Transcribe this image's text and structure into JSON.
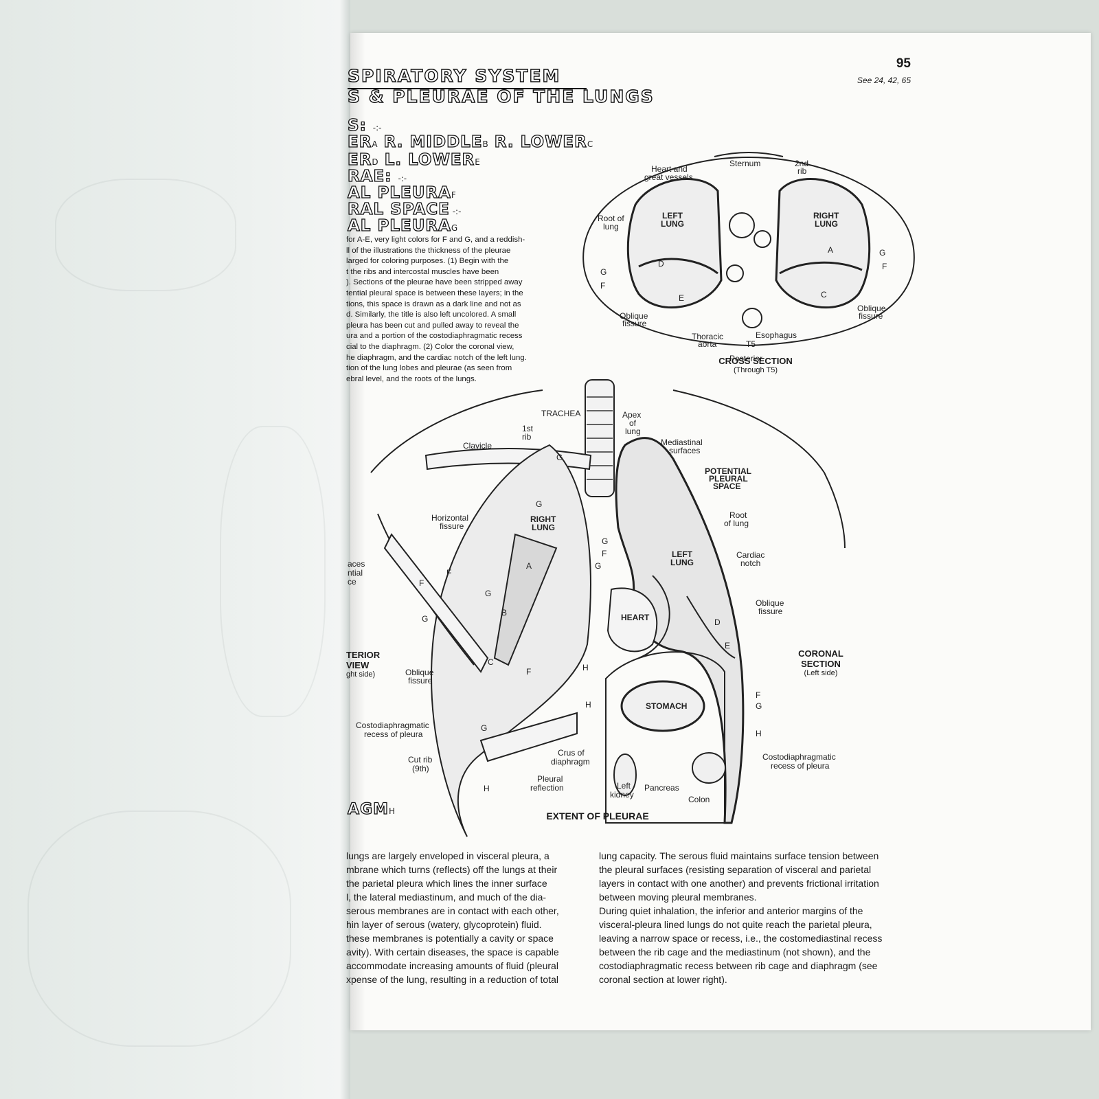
{
  "page": {
    "number": "95",
    "see_also": "See 24, 42, 65",
    "title_line1": "SPIRATORY SYSTEM",
    "title_line2": "S & PLEURAE OF THE LUNGS"
  },
  "key": {
    "lobes_header": "S:",
    "lobes_row1_a": "ER",
    "lobes_row1_a_sub": "A",
    "lobes_row1_b": "R. MIDDLE",
    "lobes_row1_b_sub": "B",
    "lobes_row1_c": "R. LOWER",
    "lobes_row1_c_sub": "C",
    "lobes_row2_a": "ER",
    "lobes_row2_a_sub": "D",
    "lobes_row2_b": "L. LOWER",
    "lobes_row2_b_sub": "E",
    "pleurae_header": "RAE:",
    "pleura1": "AL PLEURA",
    "pleura1_sub": "F",
    "space": "RAL SPACE",
    "pleura2": "AL PLEURA",
    "pleura2_sub": "G",
    "diaphragm": "AGM",
    "diaphragm_sub": "H"
  },
  "intro_lines": [
    "for A-E, very light colors for F and G, and a reddish-",
    "ll of the illustrations the thickness of the pleurae",
    "larged for coloring purposes. (1) Begin with the",
    "t the ribs and intercostal muscles have been",
    "). Sections of the pleurae have been stripped away",
    "tential pleural space is between these layers; in the",
    "tions, this space is drawn as a dark line and not as",
    "d. Similarly, the title is also left uncolored. A small",
    "pleura has been cut and pulled away to reveal the",
    "ura and a portion of the costodiaphragmatic recess",
    "cial to the diaphragm. (2) Color the coronal view,",
    "he diaphragm, and the cardiac notch of the left lung.",
    "tion of the lung lobes and pleurae (as seen from",
    "ebral level, and the roots of the lungs."
  ],
  "cross_section": {
    "caption": "CROSS SECTION",
    "caption_sub": "(Through T5)",
    "labels": {
      "heart1": "Heart and",
      "heart2": "great vessels",
      "sternum": "Sternum",
      "rib2a": "2nd",
      "rib2b": "rib",
      "root1": "Root of",
      "root2": "lung",
      "leftlung1": "LEFT",
      "leftlung2": "LUNG",
      "rightlung1": "RIGHT",
      "rightlung2": "LUNG",
      "oblique_l1": "Oblique",
      "oblique_l2": "fissure",
      "oblique_r1": "Oblique",
      "oblique_r2": "fissure",
      "aorta1": "Thoracic",
      "aorta2": "aorta",
      "esophagus": "Esophagus",
      "t5": "T5",
      "posterior": "Posterior",
      "a": "A",
      "c": "C",
      "d": "D",
      "e": "E",
      "g_l": "G",
      "f_l": "F",
      "g_r": "G",
      "f_r": "F"
    }
  },
  "anterior_view": {
    "caption1": "TERIOR",
    "caption2": "VIEW",
    "caption3": "ght side)",
    "labels": {
      "trachea": "TRACHEA",
      "rib1a": "1st",
      "rib1b": "rib",
      "clavicle": "Clavicle",
      "horiz1": "Horizontal",
      "horiz2": "fissure",
      "rightlung1": "RIGHT",
      "rightlung2": "LUNG",
      "spaces1": "aces",
      "spaces2": "ntial",
      "spaces3": "ce",
      "oblique1": "Oblique",
      "oblique2": "fissure",
      "costo1": "Costodiaphragmatic",
      "costo2": "recess of pleura",
      "cutrib1": "Cut rib",
      "cutrib2": "(9th)",
      "pleural1": "Pleural",
      "pleural2": "reflection",
      "a": "A",
      "b": "B",
      "c": "C",
      "f1": "F",
      "f2": "F",
      "f3": "F",
      "g1": "G",
      "g2": "G",
      "g3": "G",
      "g4": "G",
      "g5": "G",
      "h": "H",
      "h2": "H"
    }
  },
  "coronal": {
    "caption1": "CORONAL",
    "caption2": "SECTION",
    "caption3": "(Left side)",
    "labels": {
      "apex1": "Apex",
      "apex2": "of",
      "apex3": "lung",
      "medi1": "Mediastinal",
      "medi2": "surfaces",
      "pot1": "POTENTIAL",
      "pot2": "PLEURAL",
      "pot3": "SPACE",
      "root1": "Root",
      "root2": "of lung",
      "leftlung1": "LEFT",
      "leftlung2": "LUNG",
      "cardiac1": "Cardiac",
      "cardiac2": "notch",
      "oblique1": "Oblique",
      "oblique2": "fissure",
      "heart": "HEART",
      "stomach": "STOMACH",
      "crus1": "Crus of",
      "crus2": "diaphragm",
      "kidney1": "Left",
      "kidney2": "kidney",
      "pancreas": "Pancreas",
      "colon": "Colon",
      "costo1": "Costodiaphragmatic",
      "costo2": "recess of pleura",
      "d": "D",
      "e": "E",
      "f": "F",
      "g": "G",
      "h": "H",
      "g_in": "G",
      "f_in": "F",
      "g_in2": "G",
      "h_in": "H"
    }
  },
  "extent_caption": "EXTENT OF PLEURAE",
  "body_col1": [
    "lungs are largely enveloped in visceral pleura, a",
    "mbrane which turns (reflects) off the lungs at their",
    "the parietal pleura which lines the inner surface",
    "l, the lateral mediastinum, and much of the dia-",
    "serous membranes are in contact with each other,",
    "hin layer of serous (watery, glycoprotein) fluid.",
    "these membranes is potentially a cavity or space",
    "avity). With certain diseases, the space is capable",
    "accommodate increasing amounts of fluid (pleural",
    "xpense of the lung, resulting in a reduction of total"
  ],
  "body_col2": [
    "lung capacity. The serous fluid maintains surface tension between",
    "the pleural surfaces (resisting separation of visceral and parietal",
    "layers in contact with one another) and prevents frictional irritation",
    "between moving pleural membranes.",
    "During quiet inhalation, the inferior and anterior margins of the",
    "visceral-pleura lined lungs do not quite reach the parietal pleura,",
    "leaving a narrow space or recess, i.e., the costomediastinal recess",
    "between the rib cage and the mediastinum (not shown), and the",
    "costodiaphragmatic recess between rib cage and diaphragm (see",
    "coronal section at lower right)."
  ]
}
